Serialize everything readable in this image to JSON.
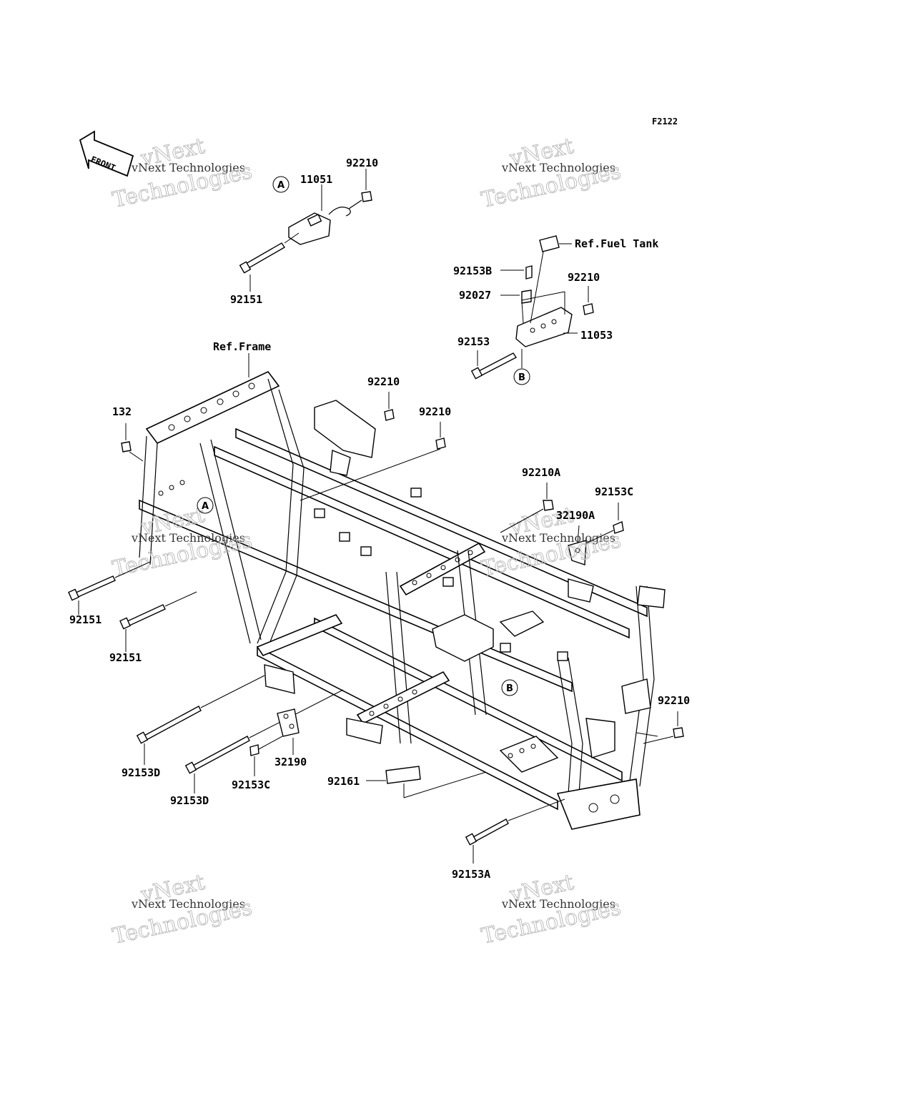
{
  "figure_code": "F2122",
  "front_label": "FRONT",
  "refs": {
    "frame": "Ref.Frame",
    "fuel_tank": "Ref.Fuel Tank"
  },
  "callouts": {
    "A": "A",
    "B": "B"
  },
  "parts": {
    "p11051": "11051",
    "p92210_top": "92210",
    "p92151_top": "92151",
    "p92153B": "92153B",
    "p92027": "92027",
    "p92210_fuel": "92210",
    "p11053": "11053",
    "p92153": "92153",
    "p92210_mid1": "92210",
    "p92210_mid2": "92210",
    "p132": "132",
    "p92210A": "92210A",
    "p92153C_right": "92153C",
    "p32190A": "32190A",
    "p92151_left1": "92151",
    "p92151_left2": "92151",
    "p92210_right": "92210",
    "p92153D_1": "92153D",
    "p92153D_2": "92153D",
    "p92153C_bottom": "92153C",
    "p32190": "32190",
    "p92161": "92161",
    "p92153A": "92153A"
  },
  "watermark": {
    "line_small": "vNext Technologies",
    "line_big": "Technologies",
    "line_top": "vNext"
  }
}
